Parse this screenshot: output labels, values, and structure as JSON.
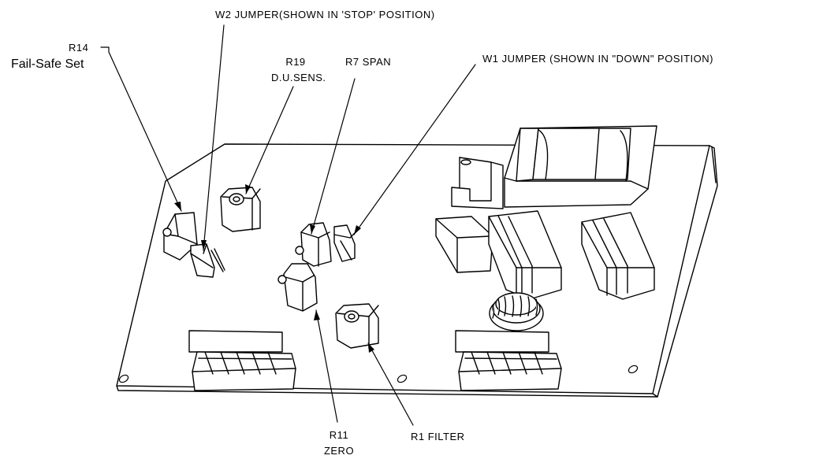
{
  "labels": {
    "w2_jumper": "W2 JUMPER(SHOWN IN 'STOP' POSITION)",
    "r14": "R14",
    "failsafe": "Fail-Safe Set",
    "r19": "R19",
    "du_sens": "D.U.SENS.",
    "r7_span": "R7 SPAN",
    "w1_jumper": "W1 JUMPER (SHOWN IN \"DOWN\" POSITION)",
    "r11": "R11",
    "zero": "ZERO",
    "r1_filter": "R1 FILTER"
  },
  "colors": {
    "line": "#000000",
    "fill": "#ffffff"
  }
}
